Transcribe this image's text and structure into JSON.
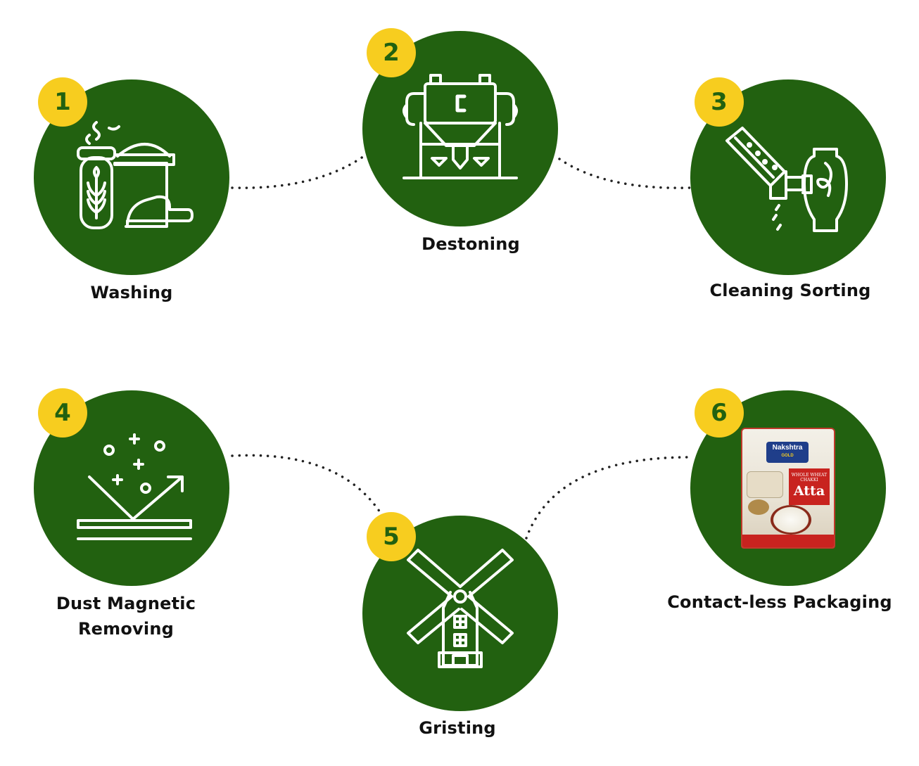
{
  "colors": {
    "circle": "#226110",
    "badge": "#f7cd1f",
    "badge_text": "#226110",
    "label_text": "#111111",
    "connector": "#222222"
  },
  "steps": [
    {
      "number": "1",
      "label": "Washing",
      "icon": "grain-washing-icon"
    },
    {
      "number": "2",
      "label": "Destoning",
      "icon": "destoner-machine-icon"
    },
    {
      "number": "3",
      "label": "Cleaning Sorting",
      "icon": "grain-sorter-icon"
    },
    {
      "number": "4",
      "label_lines": [
        "Dust Magnetic",
        "Removing"
      ],
      "icon": "magnetic-dust-removal-icon"
    },
    {
      "number": "5",
      "label": "Gristing",
      "icon": "windmill-icon"
    },
    {
      "number": "6",
      "label": "Contact-less Packaging",
      "icon": "atta-package-image"
    }
  ],
  "package": {
    "brand": "Nakshtra",
    "brand_sub": "GOLD",
    "subtitle": "WHOLE WHEAT CHAKKI",
    "product": "Atta"
  }
}
